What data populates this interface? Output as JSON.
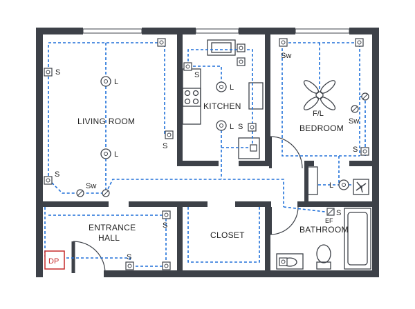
{
  "colors": {
    "wall": "#3d4148",
    "wiring": "#1e6fd9",
    "panel": "#c62828",
    "text": "#1f1f1f"
  },
  "rooms": {
    "living_room": "LIVING ROOM",
    "kitchen": "KITCHEN",
    "bedroom": "BEDROOM",
    "entrance_hall": [
      "ENTRANCE",
      "HALL"
    ],
    "closet": "CLOSET",
    "bathroom": "BATHROOM"
  },
  "symbols": {
    "outlet": "S",
    "light": "L",
    "switch": "Sw",
    "fan_light": "F/L",
    "exhaust_fan": "EF",
    "distribution_panel": "DP"
  }
}
